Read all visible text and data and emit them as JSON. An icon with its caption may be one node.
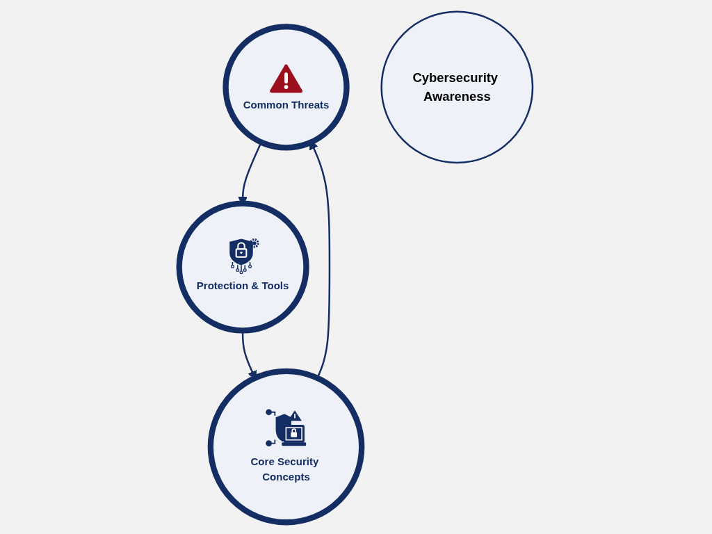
{
  "diagram": {
    "nodes": [
      {
        "text": [
          "Common Threats"
        ]
      },
      {
        "text": [
          "Cybersecurity Awareness"
        ]
      },
      {
        "text": [
          "Core Security Concepts"
        ]
      },
      {
        "text": [
          "Protection & Tools"
        ]
      }
    ],
    "edges": [
      {
        "from": 2,
        "to": 0,
        "arrow": "to"
      },
      {
        "from": 0,
        "to": 3,
        "arrow": "to"
      },
      {
        "from": 3,
        "to": 2,
        "arrow": "to"
      }
    ]
  }
}
